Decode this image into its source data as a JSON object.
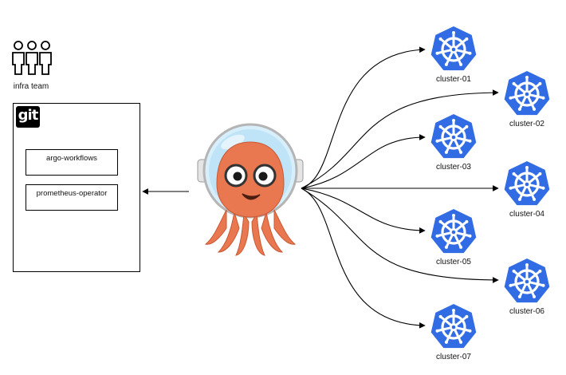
{
  "team": {
    "label": "infra team",
    "icon": "people-group-icon"
  },
  "git": {
    "logo_text": "git",
    "repos": [
      {
        "label": "argo-workflows"
      },
      {
        "label": "prometheus-operator"
      }
    ]
  },
  "argo": {
    "icon": "argo-octopus-mascot-icon"
  },
  "clusters": [
    {
      "label": "cluster-01",
      "icon": "kubernetes-helm-icon"
    },
    {
      "label": "cluster-02",
      "icon": "kubernetes-helm-icon"
    },
    {
      "label": "cluster-03",
      "icon": "kubernetes-helm-icon"
    },
    {
      "label": "cluster-04",
      "icon": "kubernetes-helm-icon"
    },
    {
      "label": "cluster-05",
      "icon": "kubernetes-helm-icon"
    },
    {
      "label": "cluster-06",
      "icon": "kubernetes-helm-icon"
    },
    {
      "label": "cluster-07",
      "icon": "kubernetes-helm-icon"
    }
  ],
  "colors": {
    "kubernetes_blue": "#326CE5",
    "argo_orange": "#E9774F",
    "helmet_blue": "#BFE3F7"
  }
}
